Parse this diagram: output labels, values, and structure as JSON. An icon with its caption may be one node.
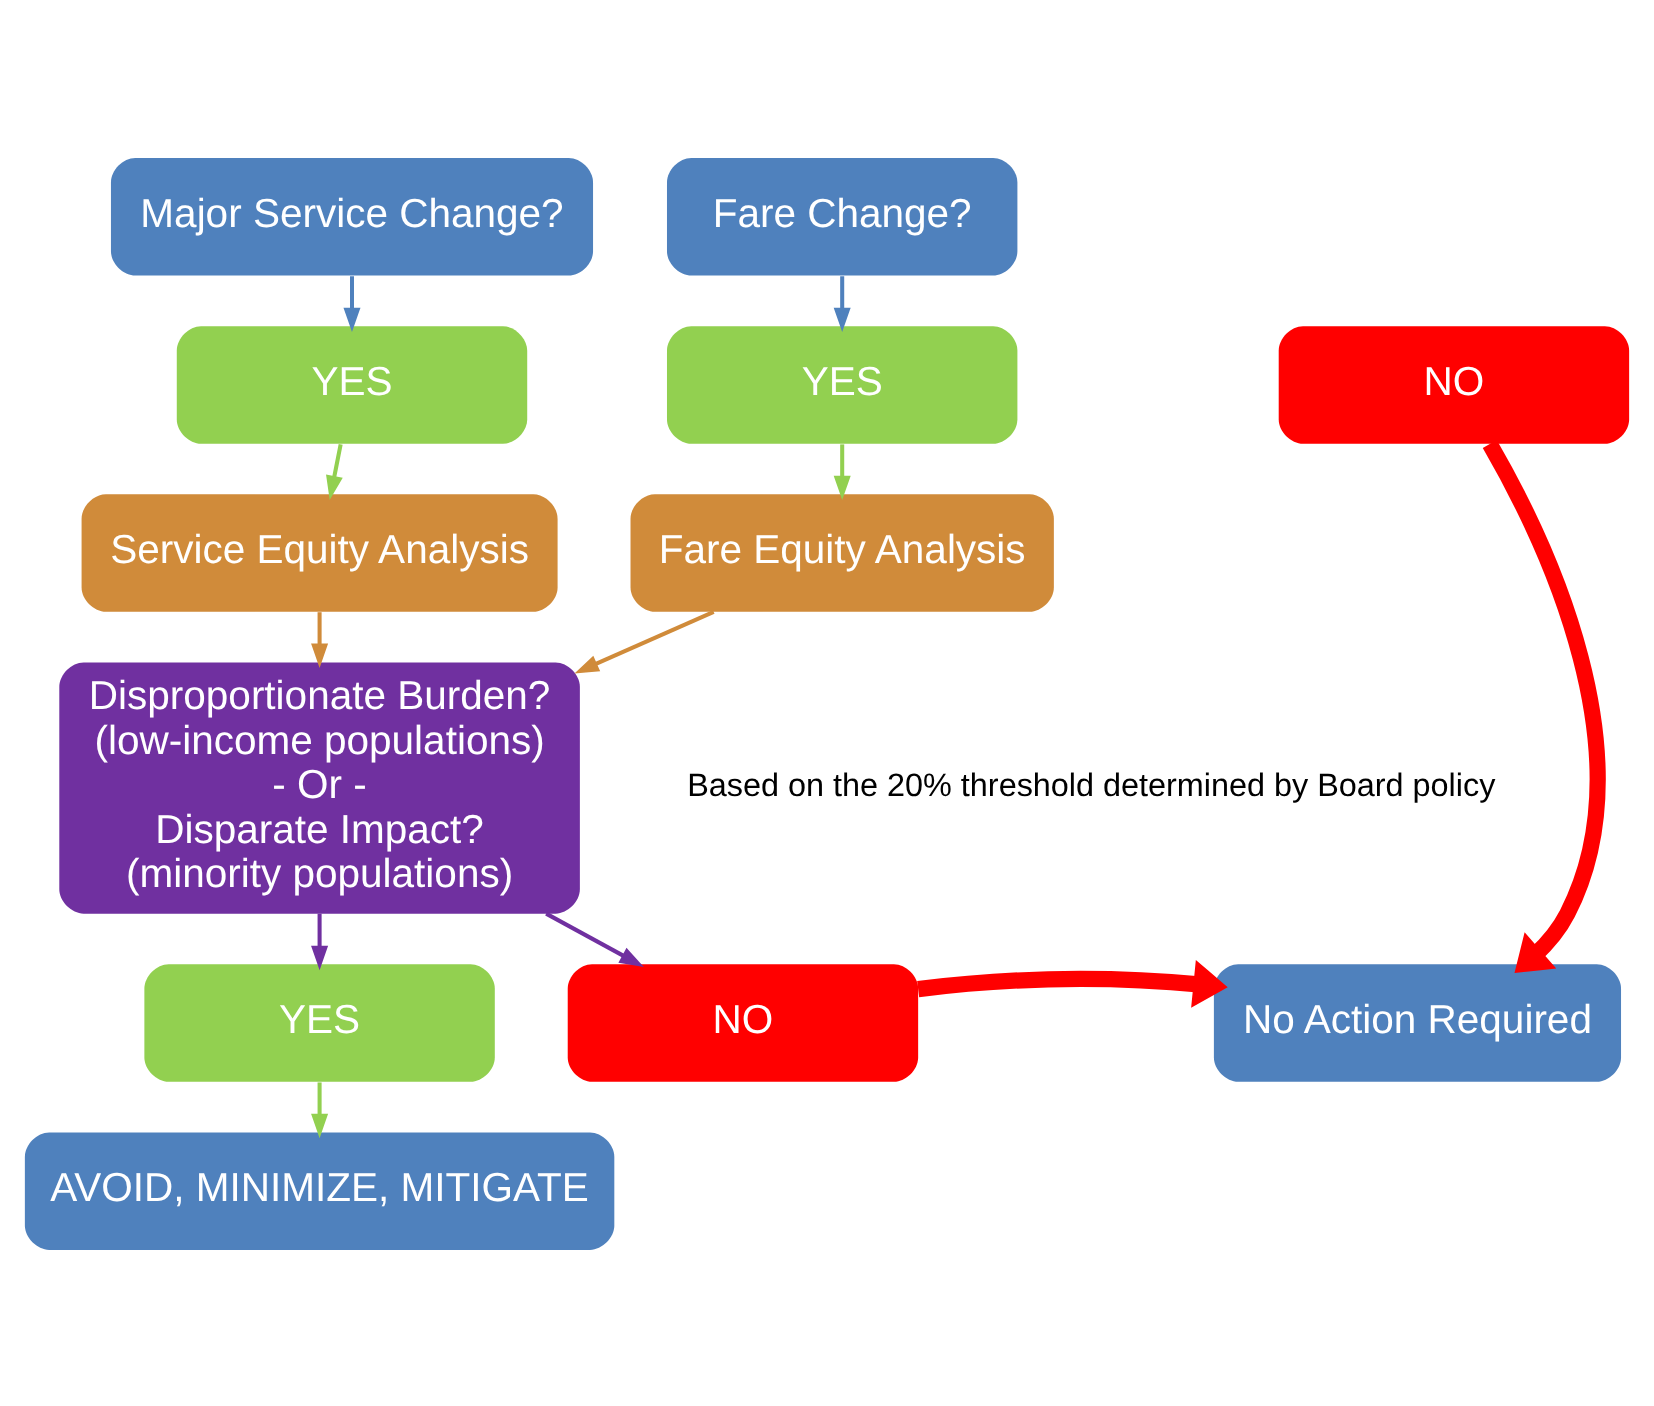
{
  "diagram": {
    "nodes": [
      {
        "text": [
          "Major Service Change?"
        ]
      },
      {
        "text": [
          "Fare Change?"
        ]
      },
      {
        "text": [
          "YES"
        ]
      },
      {
        "text": [
          "YES"
        ]
      },
      {
        "text": [
          "NO"
        ]
      },
      {
        "text": [
          "Service Equity Analysis"
        ]
      },
      {
        "text": [
          "Fare Equity Analysis"
        ]
      },
      {
        "text": [
          "Disproportionate Burden?",
          "(low-income populations)",
          "- Or -",
          "Disparate Impact?",
          "(minority populations)"
        ],
        "beside": [
          "Based on the 20% threshold determined by Board policy"
        ]
      },
      {
        "text": [
          "YES"
        ]
      },
      {
        "text": [
          "NO"
        ]
      },
      {
        "text": [
          "No Action Required"
        ]
      },
      {
        "text": [
          "AVOID, MINIMIZE, MITIGATE"
        ]
      }
    ],
    "edges": [
      {
        "from": 0,
        "to": 2,
        "arrow": "to",
        "color": "#4f81bd"
      },
      {
        "from": 1,
        "to": 3,
        "arrow": "to",
        "color": "#4f81bd"
      },
      {
        "from": 2,
        "to": 5,
        "arrow": "to",
        "color": "#92d050"
      },
      {
        "from": 3,
        "to": 6,
        "arrow": "to",
        "color": "#92d050"
      },
      {
        "from": 4,
        "to": 10,
        "arrow": "to",
        "style": "thick",
        "color": "#ff0000"
      },
      {
        "from": 5,
        "to": 7,
        "arrow": "to",
        "color": "#d08b3a"
      },
      {
        "from": 6,
        "to": 7,
        "arrow": "to",
        "color": "#d08b3a"
      },
      {
        "from": 7,
        "to": 8,
        "arrow": "to",
        "color": "#7030a0"
      },
      {
        "from": 7,
        "to": 9,
        "arrow": "to",
        "color": "#7030a0"
      },
      {
        "from": 8,
        "to": 11,
        "arrow": "to",
        "color": "#92d050"
      },
      {
        "from": 9,
        "to": 10,
        "arrow": "to",
        "style": "thick",
        "color": "#ff0000"
      }
    ]
  }
}
